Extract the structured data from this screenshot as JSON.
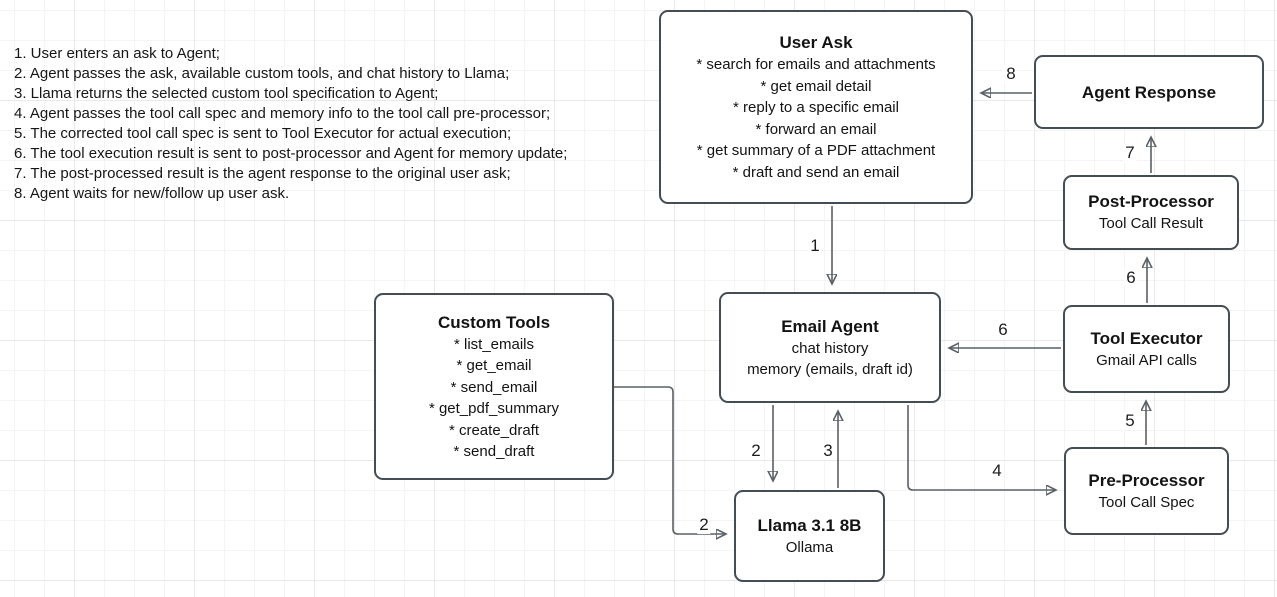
{
  "notes": [
    "1. User enters an ask to Agent;",
    "2. Agent passes the ask, available custom tools, and chat history to Llama;",
    "3. Llama returns the selected custom tool specification to Agent;",
    "4. Agent passes the tool call spec and memory info to the tool call pre-processor;",
    "5. The corrected tool call spec is sent to Tool Executor for actual execution;",
    "6. The tool execution result is sent to post-processor and Agent for memory update;",
    "7. The post-processed result is the agent response to the original user ask;",
    "8. Agent waits for new/follow up user ask."
  ],
  "nodes": {
    "user_ask": {
      "title": "User Ask",
      "items": [
        "* search for emails and attachments",
        "* get email detail",
        "* reply to a specific email",
        "* forward an email",
        "* get summary of a PDF attachment",
        "* draft and send an email"
      ]
    },
    "agent_response": {
      "title": "Agent Response"
    },
    "post_processor": {
      "title": "Post-Processor",
      "subtitle": "Tool Call Result"
    },
    "tool_executor": {
      "title": "Tool Executor",
      "subtitle": "Gmail API calls"
    },
    "pre_processor": {
      "title": "Pre-Processor",
      "subtitle": "Tool Call Spec"
    },
    "email_agent": {
      "title": "Email Agent",
      "lines": [
        "chat history",
        "memory (emails, draft id)"
      ]
    },
    "custom_tools": {
      "title": "Custom Tools",
      "items": [
        "* list_emails",
        "* get_email",
        "* send_email",
        "* get_pdf_summary",
        "* create_draft",
        "* send_draft"
      ]
    },
    "llama": {
      "title": "Llama 3.1 8B",
      "subtitle": "Ollama"
    }
  },
  "edges": [
    {
      "label": "1",
      "from": "user_ask",
      "to": "email_agent"
    },
    {
      "label": "2",
      "from": "email_agent",
      "to": "llama"
    },
    {
      "label": "2",
      "from": "custom_tools",
      "to": "llama"
    },
    {
      "label": "3",
      "from": "llama",
      "to": "email_agent"
    },
    {
      "label": "4",
      "from": "email_agent",
      "to": "pre_processor"
    },
    {
      "label": "5",
      "from": "pre_processor",
      "to": "tool_executor"
    },
    {
      "label": "6",
      "from": "tool_executor",
      "to": "post_processor"
    },
    {
      "label": "6",
      "from": "tool_executor",
      "to": "email_agent"
    },
    {
      "label": "7",
      "from": "post_processor",
      "to": "agent_response"
    },
    {
      "label": "8",
      "from": "agent_response",
      "to": "user_ask"
    }
  ],
  "colors": {
    "background": "#ffffff",
    "grid_minor": "#f4f4f4",
    "grid_major": "#e9e9e9",
    "node_border": "#454d54",
    "node_fill": "#ffffff",
    "arrow": "#5a6168",
    "text": "#131313"
  }
}
